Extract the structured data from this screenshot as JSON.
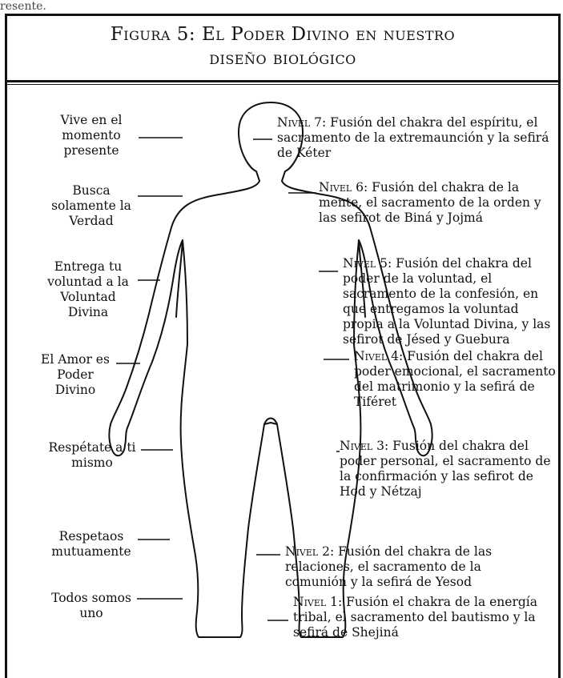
{
  "header_fragment": "resente.",
  "title": {
    "line1": "Figura 5: El Poder Divino en nuestro",
    "line2": "diseño biológico"
  },
  "left_labels": [
    {
      "text": "Vive en el momento presente"
    },
    {
      "text": "Busca solamente la Verdad"
    },
    {
      "text": "Entrega tu voluntad a la Voluntad Divina"
    },
    {
      "text": "El Amor es Poder Divino"
    },
    {
      "text": "Respétate a ti mismo"
    },
    {
      "text": "Respetaos mutuamente"
    },
    {
      "text": "Todos somos uno"
    }
  ],
  "levels": [
    {
      "level": "Nivel 7:",
      "text": "Fusión del chakra del espíritu, el sacramento de la extremaunción y la sefirá de Kéter"
    },
    {
      "level": "Nivel 6:",
      "text": "Fusión del chakra de la mente, el sacramento de la orden y las sefirot de Biná y Jojmá"
    },
    {
      "level": "Nivel 5:",
      "text": "Fusión del chakra del poder de la voluntad, el sacramento de la confesión, en que entregamos la voluntad propia a la Voluntad Divina, y las sefirot de Jésed y Guebura"
    },
    {
      "level": "Nivel 4:",
      "text": "Fusión del chakra del poder emocional, el sacramento del matrimonio y la sefirá de Tiféret"
    },
    {
      "level": "Nivel 3:",
      "text": "Fusión del chakra del poder personal, el sacramento de la confirmación y las sefirot de Hod y Nétzaj"
    },
    {
      "level": "Nivel 2:",
      "text": "Fusión del chakra de las relaciones, el sacramento de la comunión y la sefirá de Yesod"
    },
    {
      "level": "Nivel 1:",
      "text": "Fusión el chakra de la energía tribal, el sacramento del bautismo y la sefirá de Shejiná"
    }
  ]
}
